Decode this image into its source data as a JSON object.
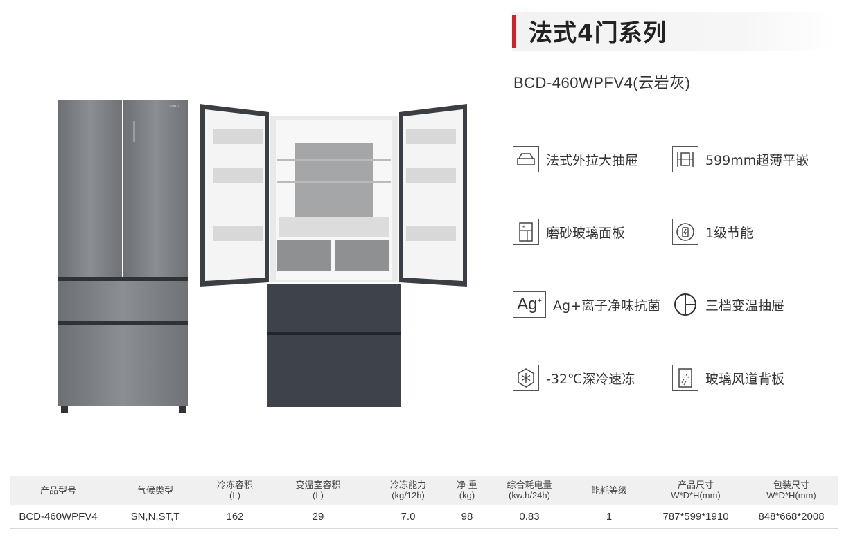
{
  "header": {
    "title": "法式4门系列",
    "model": "BCD-460WPFV4(云岩灰)"
  },
  "brand_mark": "XINGX",
  "features": [
    {
      "icon": "drawer-icon",
      "label": "法式外拉大抽屉"
    },
    {
      "icon": "flat-embed-icon",
      "label": "599mm超薄平嵌"
    },
    {
      "icon": "frosted-glass-panel-icon",
      "label": "磨砂玻璃面板"
    },
    {
      "icon": "energy-battery-icon",
      "label": "1级节能"
    },
    {
      "icon": "ag-ion-icon",
      "label": "Ag+离子净味抗菌",
      "icon_text": "Ag"
    },
    {
      "icon": "three-zone-icon",
      "label": "三档变温抽屉"
    },
    {
      "icon": "snowflake-icon",
      "label": "-32℃深冷速冻"
    },
    {
      "icon": "glass-back-panel-icon",
      "label": "玻璃风道背板"
    }
  ],
  "table": {
    "headers": [
      {
        "main": "产品型号",
        "sub": ""
      },
      {
        "main": "气候类型",
        "sub": ""
      },
      {
        "main": "冷冻容积",
        "sub": "(L)"
      },
      {
        "main": "变温室容积",
        "sub": "(L)"
      },
      {
        "main": "冷冻能力",
        "sub": "(kg/12h)"
      },
      {
        "main": "净 重",
        "sub": "(kg)"
      },
      {
        "main": "综合耗电量",
        "sub": "(kw.h/24h)"
      },
      {
        "main": "能耗等级",
        "sub": ""
      },
      {
        "main": "产品尺寸",
        "sub": "W*D*H(mm)"
      },
      {
        "main": "包装尺寸",
        "sub": "W*D*H(mm)"
      }
    ],
    "rows": [
      [
        "BCD-460WPFV4",
        "SN,N,ST,T",
        "162",
        "29",
        "7.0",
        "98",
        "0.83",
        "1",
        "787*599*1910",
        "848*668*2008"
      ]
    ]
  },
  "colors": {
    "accent": "#d0202a",
    "fridge_gray": "#7a7d80",
    "drawer_dark": "#3e4349"
  }
}
